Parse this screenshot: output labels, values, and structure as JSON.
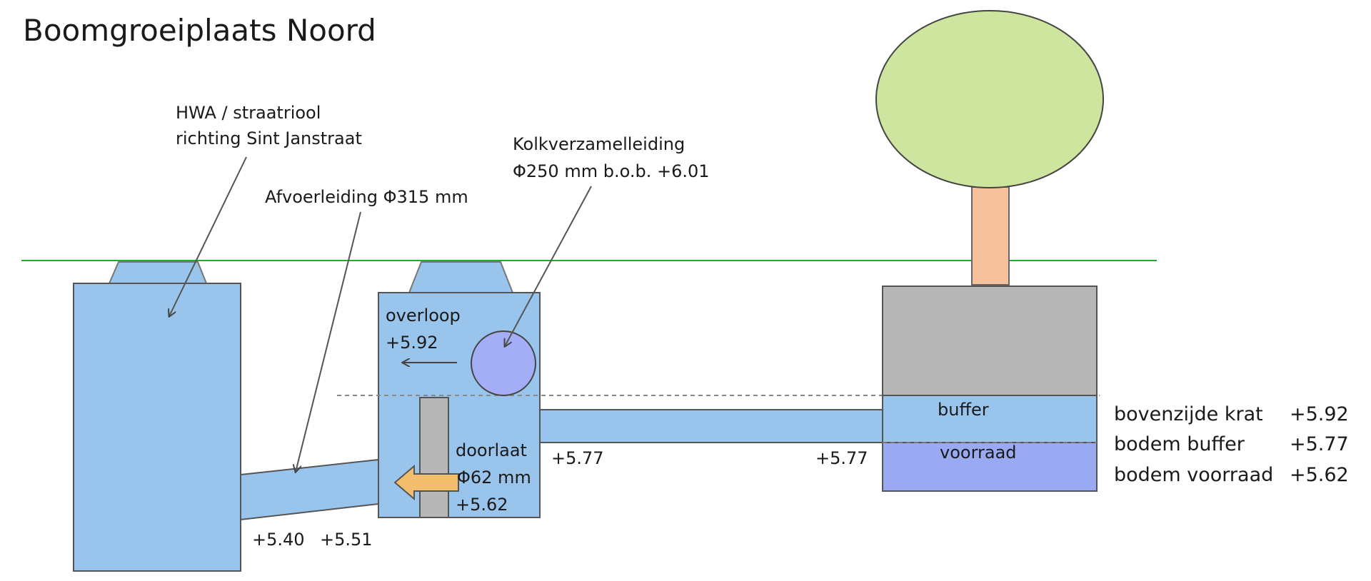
{
  "title": "Boomgroeiplaats Noord",
  "annotations": {
    "hwa_line1": "HWA / straatriool",
    "hwa_line2": "richting Sint Janstraat",
    "afvoer": "Afvoerleiding Φ315 mm",
    "kolk_line1": "Kolkverzamelleiding",
    "kolk_line2": "Φ250 mm b.o.b. +6.01",
    "overloop_label": "overloop",
    "overloop_level": "+5.92",
    "doorlaat_label": "doorlaat",
    "doorlaat_size": "Φ62 mm",
    "doorlaat_level": "+5.62",
    "pipe_left_level": "+5.77",
    "pipe_right_level": "+5.77",
    "afvoer_level_1": "+5.40",
    "afvoer_level_2": "+5.51",
    "buffer": "buffer",
    "voorraad": "voorraad"
  },
  "legend": [
    {
      "name": "bovenzijde krat",
      "value": "+5.92"
    },
    {
      "name": "bodem buffer",
      "value": "+5.77"
    },
    {
      "name": "bodem voorraad",
      "value": "+5.62"
    }
  ],
  "colors": {
    "water": "#99c5ec",
    "outline": "#444444",
    "ground_line": "#22aa33",
    "crown": "#cde59e",
    "trunk": "#f5c09c",
    "soil": "#b7b7b7",
    "voorraad": "#9aaaf2",
    "pipe_circle": "#a4aef6",
    "arrow": "#f2be6b",
    "divider": "#8b8b8b"
  }
}
